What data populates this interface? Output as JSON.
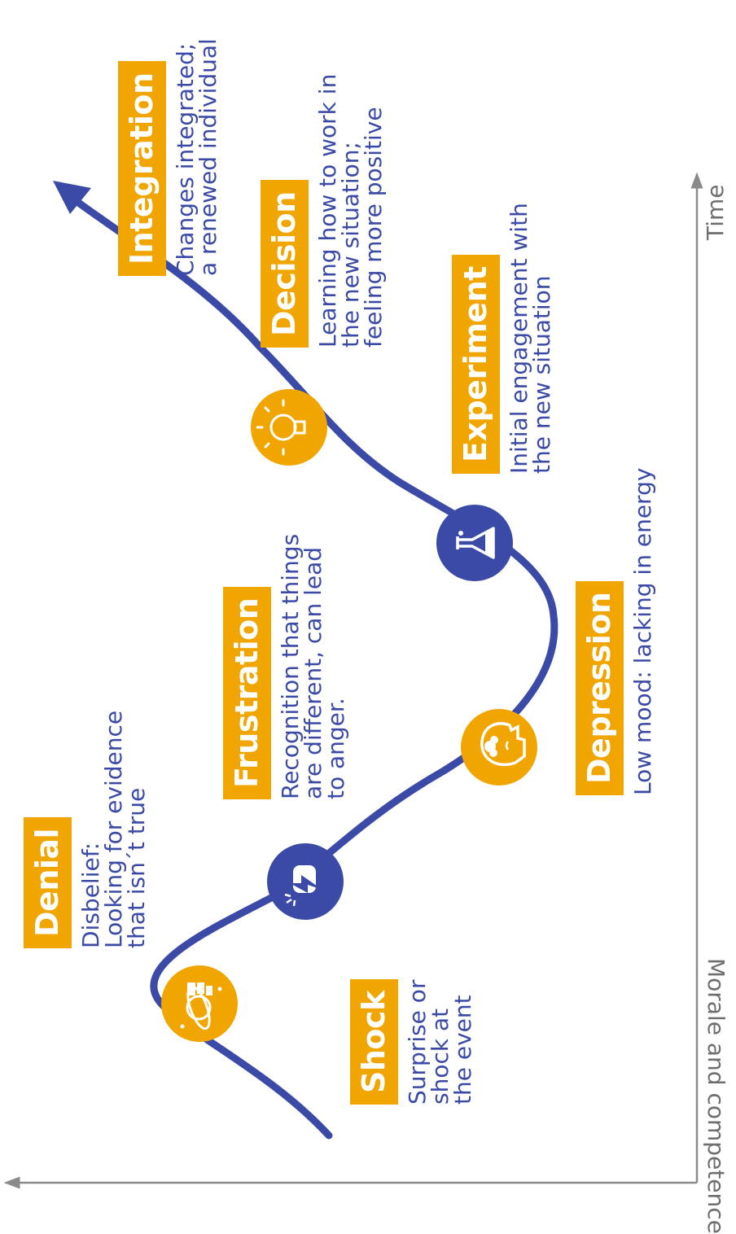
{
  "axes": {
    "y_label": "Morale and competence",
    "x_label": "Time"
  },
  "colors": {
    "curve": "#3b4aa6",
    "accent": "#f0a500",
    "text": "#3b4aa6",
    "axis": "#6e6e6e"
  },
  "stages": [
    {
      "title": "Shock",
      "description": "Surprise or\nshock at\nthe event"
    },
    {
      "title": "Denial",
      "description": "Disbelief:\nLooking for evidence\nthat isn´t true"
    },
    {
      "title": "Frustration",
      "description": "Recognition that things\nare different, can lead\nto anger."
    },
    {
      "title": "Depression",
      "description": "Low mood: lacking in energy"
    },
    {
      "title": "Experiment",
      "description": "Initial engagement with\nthe new situation"
    },
    {
      "title": "Decision",
      "description": "Learning how to work in\nthe new situation;\nfeeling more positive"
    },
    {
      "title": "Integration",
      "description": "Changes integrated;\na renewed individual"
    }
  ],
  "icons": [
    {
      "name": "planet-shock-icon",
      "color": "accent"
    },
    {
      "name": "fist-lightning-icon",
      "color": "curve"
    },
    {
      "name": "sad-head-icon",
      "color": "accent"
    },
    {
      "name": "flask-icon",
      "color": "curve"
    },
    {
      "name": "lightbulb-icon",
      "color": "accent"
    }
  ]
}
